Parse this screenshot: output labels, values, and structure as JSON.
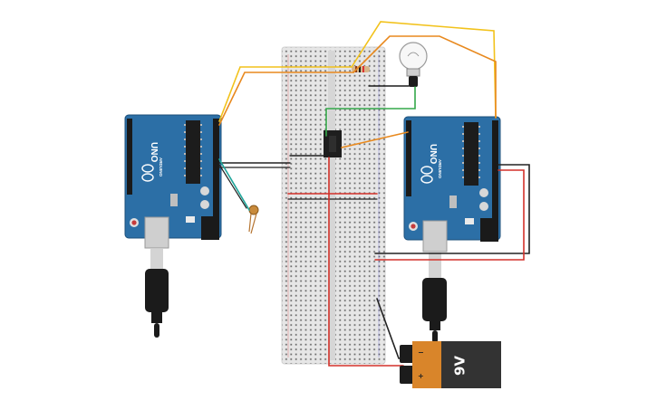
{
  "circuit": {
    "arduino_left": {
      "model_label": "UNO",
      "brand_label": "ARDUINO"
    },
    "arduino_right": {
      "model_label": "UNO",
      "brand_label": "ARDUINO"
    },
    "battery": {
      "voltage_label": "9V",
      "plus_sign": "+",
      "minus_sign": "−"
    }
  },
  "colors": {
    "arduino_board": "#2c6fa6",
    "breadboard": "#e8e8e8",
    "wire_yellow": "#f2c21b",
    "wire_orange": "#e8891e",
    "wire_green": "#34a84a",
    "wire_red": "#d3312a",
    "wire_black": "#222222",
    "wire_teal": "#1fa59a",
    "battery_body": "#333333",
    "battery_cap": "#d9852a"
  }
}
